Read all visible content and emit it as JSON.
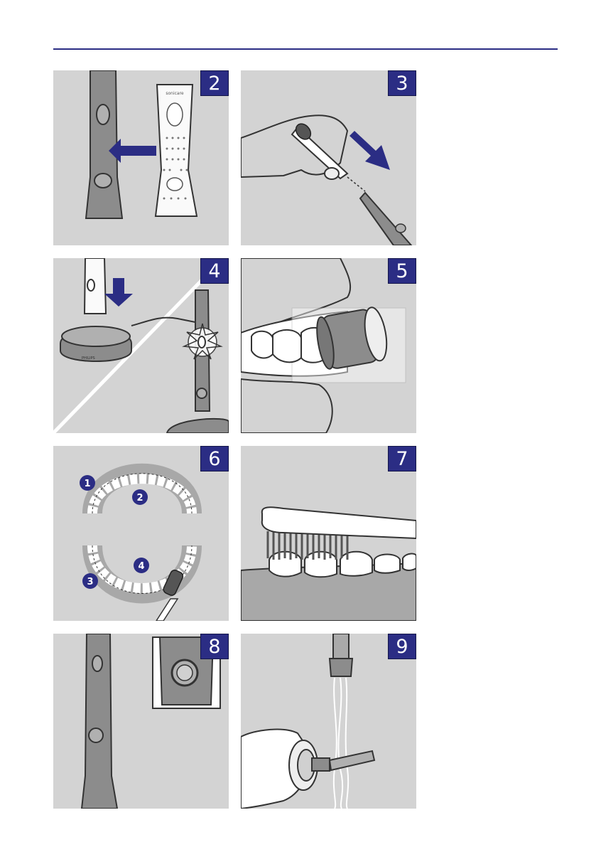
{
  "panels": [
    {
      "number": "2",
      "logo_text": "sonicare"
    },
    {
      "number": "3"
    },
    {
      "number": "4",
      "charger_text": "PHILIPS"
    },
    {
      "number": "5"
    },
    {
      "number": "6",
      "zone_labels": [
        "1",
        "2",
        "3",
        "4"
      ]
    },
    {
      "number": "7"
    },
    {
      "number": "8"
    },
    {
      "number": "9"
    }
  ]
}
